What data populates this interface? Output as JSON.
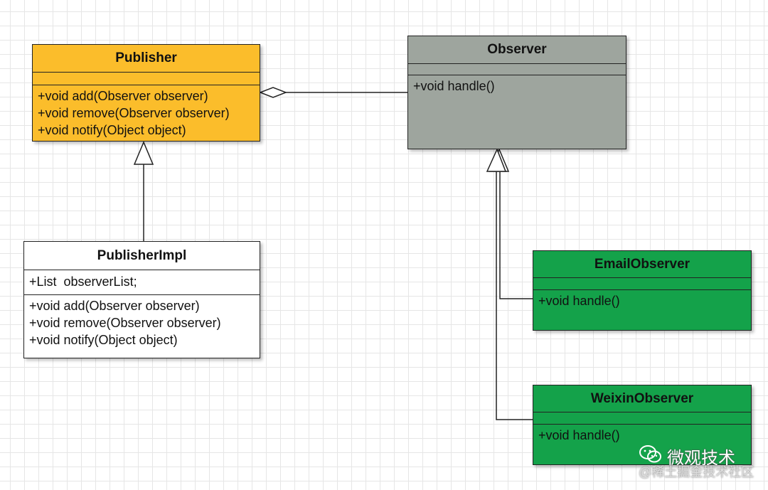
{
  "classes": {
    "publisher": {
      "name": "Publisher",
      "ops": [
        "+void add(Observer observer)",
        "+void remove(Observer observer)",
        "+void notify(Object object)"
      ],
      "color": "#fbbd2b"
    },
    "observer": {
      "name": "Observer",
      "ops": [
        "+void handle()"
      ],
      "color": "#9ea59e"
    },
    "publisher_impl": {
      "name": "PublisherImpl",
      "attrs": [
        "+List  observerList;"
      ],
      "ops": [
        "+void add(Observer observer)",
        "+void remove(Observer observer)",
        "+void notify(Object object)"
      ],
      "color": "#ffffff"
    },
    "email_observer": {
      "name": "EmailObserver",
      "ops": [
        "+void handle()"
      ],
      "color": "#14a24a"
    },
    "weixin_observer": {
      "name": "WeixinObserver",
      "ops": [
        "+void handle()"
      ],
      "color": "#14a24a"
    }
  },
  "relations": [
    {
      "type": "aggregation",
      "from": "Publisher",
      "to": "Observer"
    },
    {
      "type": "inheritance",
      "from": "PublisherImpl",
      "to": "Publisher"
    },
    {
      "type": "inheritance",
      "from": "EmailObserver",
      "to": "Observer"
    },
    {
      "type": "inheritance",
      "from": "WeixinObserver",
      "to": "Observer"
    }
  ],
  "watermark": {
    "line1": "微观技术",
    "line2": "@稀土掘金技术社区",
    "icon": "wechat-logo-icon"
  }
}
